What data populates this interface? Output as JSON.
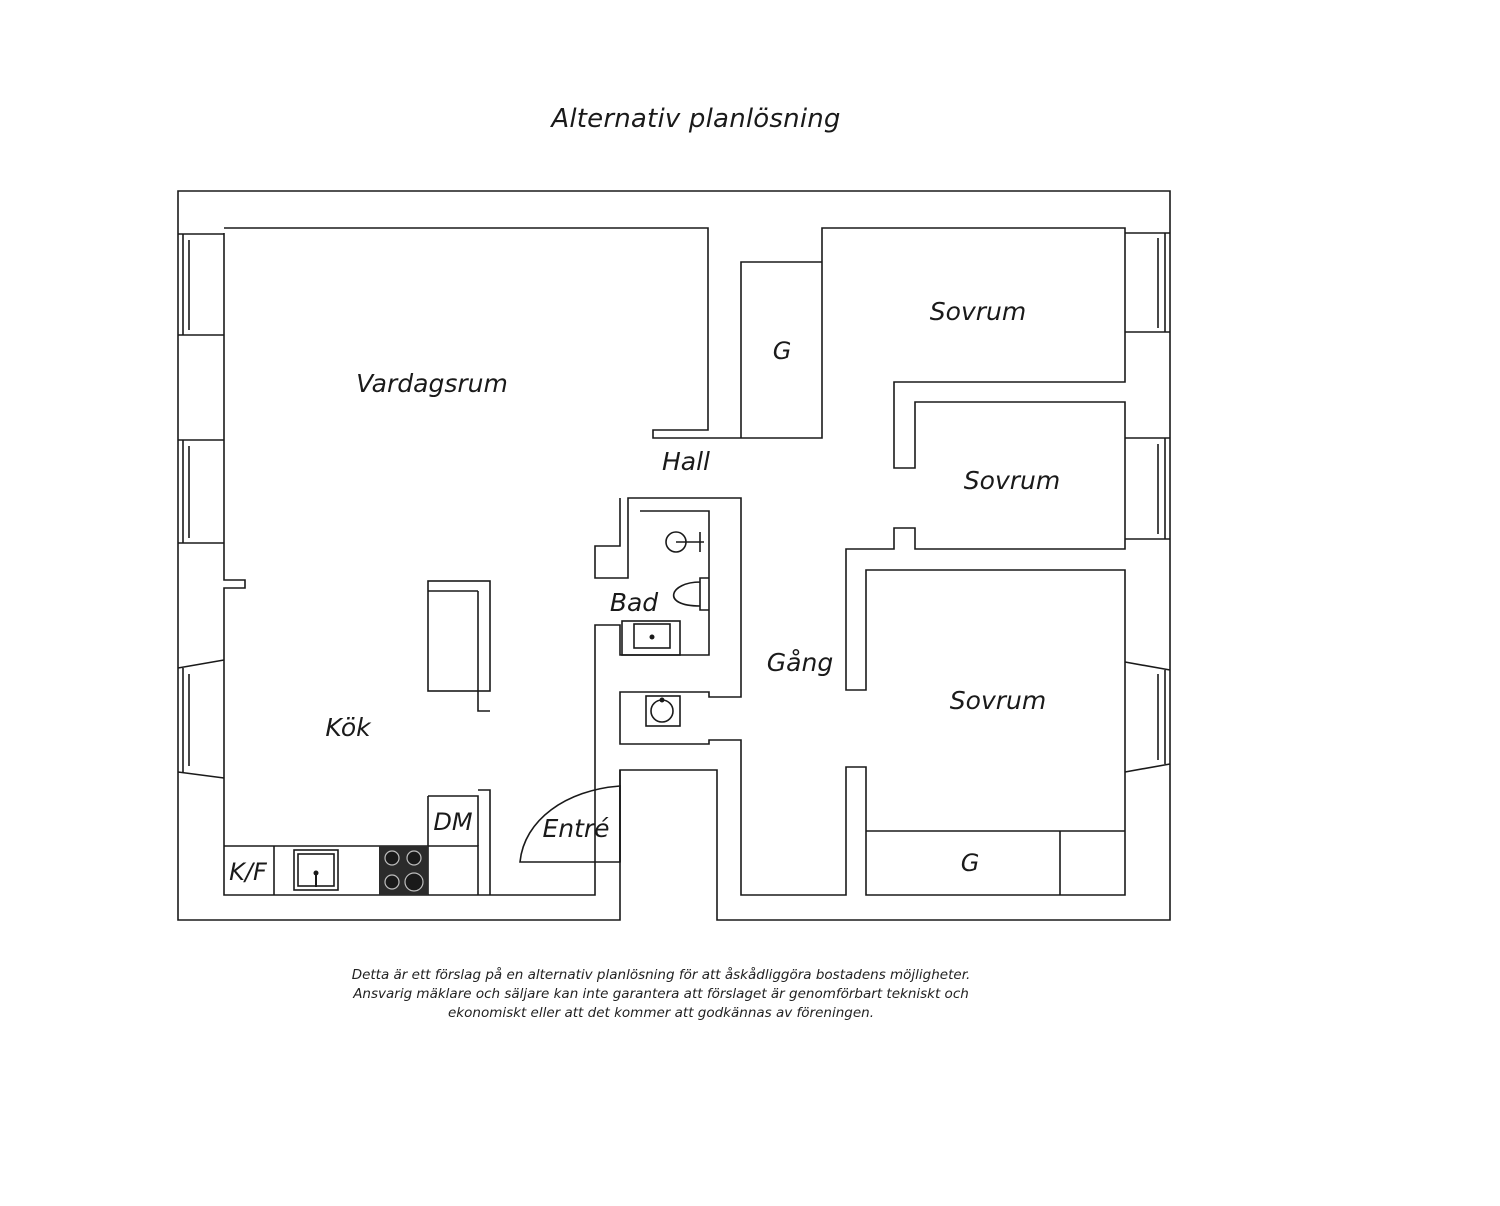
{
  "title": "Alternativ planlösning",
  "rooms": {
    "vardagsrum": "Vardagsrum",
    "kok": "Kök",
    "hall": "Hall",
    "bad": "Bad",
    "gang": "Gång",
    "entre": "Entré",
    "sovrum_1": "Sovrum",
    "sovrum_2": "Sovrum",
    "sovrum_3": "Sovrum",
    "garderob_1": "G",
    "garderob_2": "G",
    "kf": "K/F",
    "dm": "DM"
  },
  "disclaimer": [
    "Detta är ett förslag på en alternativ planlösning för att åskådliggöra bostadens möjligheter.",
    "Ansvarig mäklare och säljare kan inte garantera att förslaget är genomförbart tekniskt och",
    "ekonomiskt eller att det kommer att godkännas av föreningen."
  ],
  "colors": {
    "line": "#1a1a1a",
    "background": "#ffffff",
    "stove": "#2b2b2b"
  }
}
